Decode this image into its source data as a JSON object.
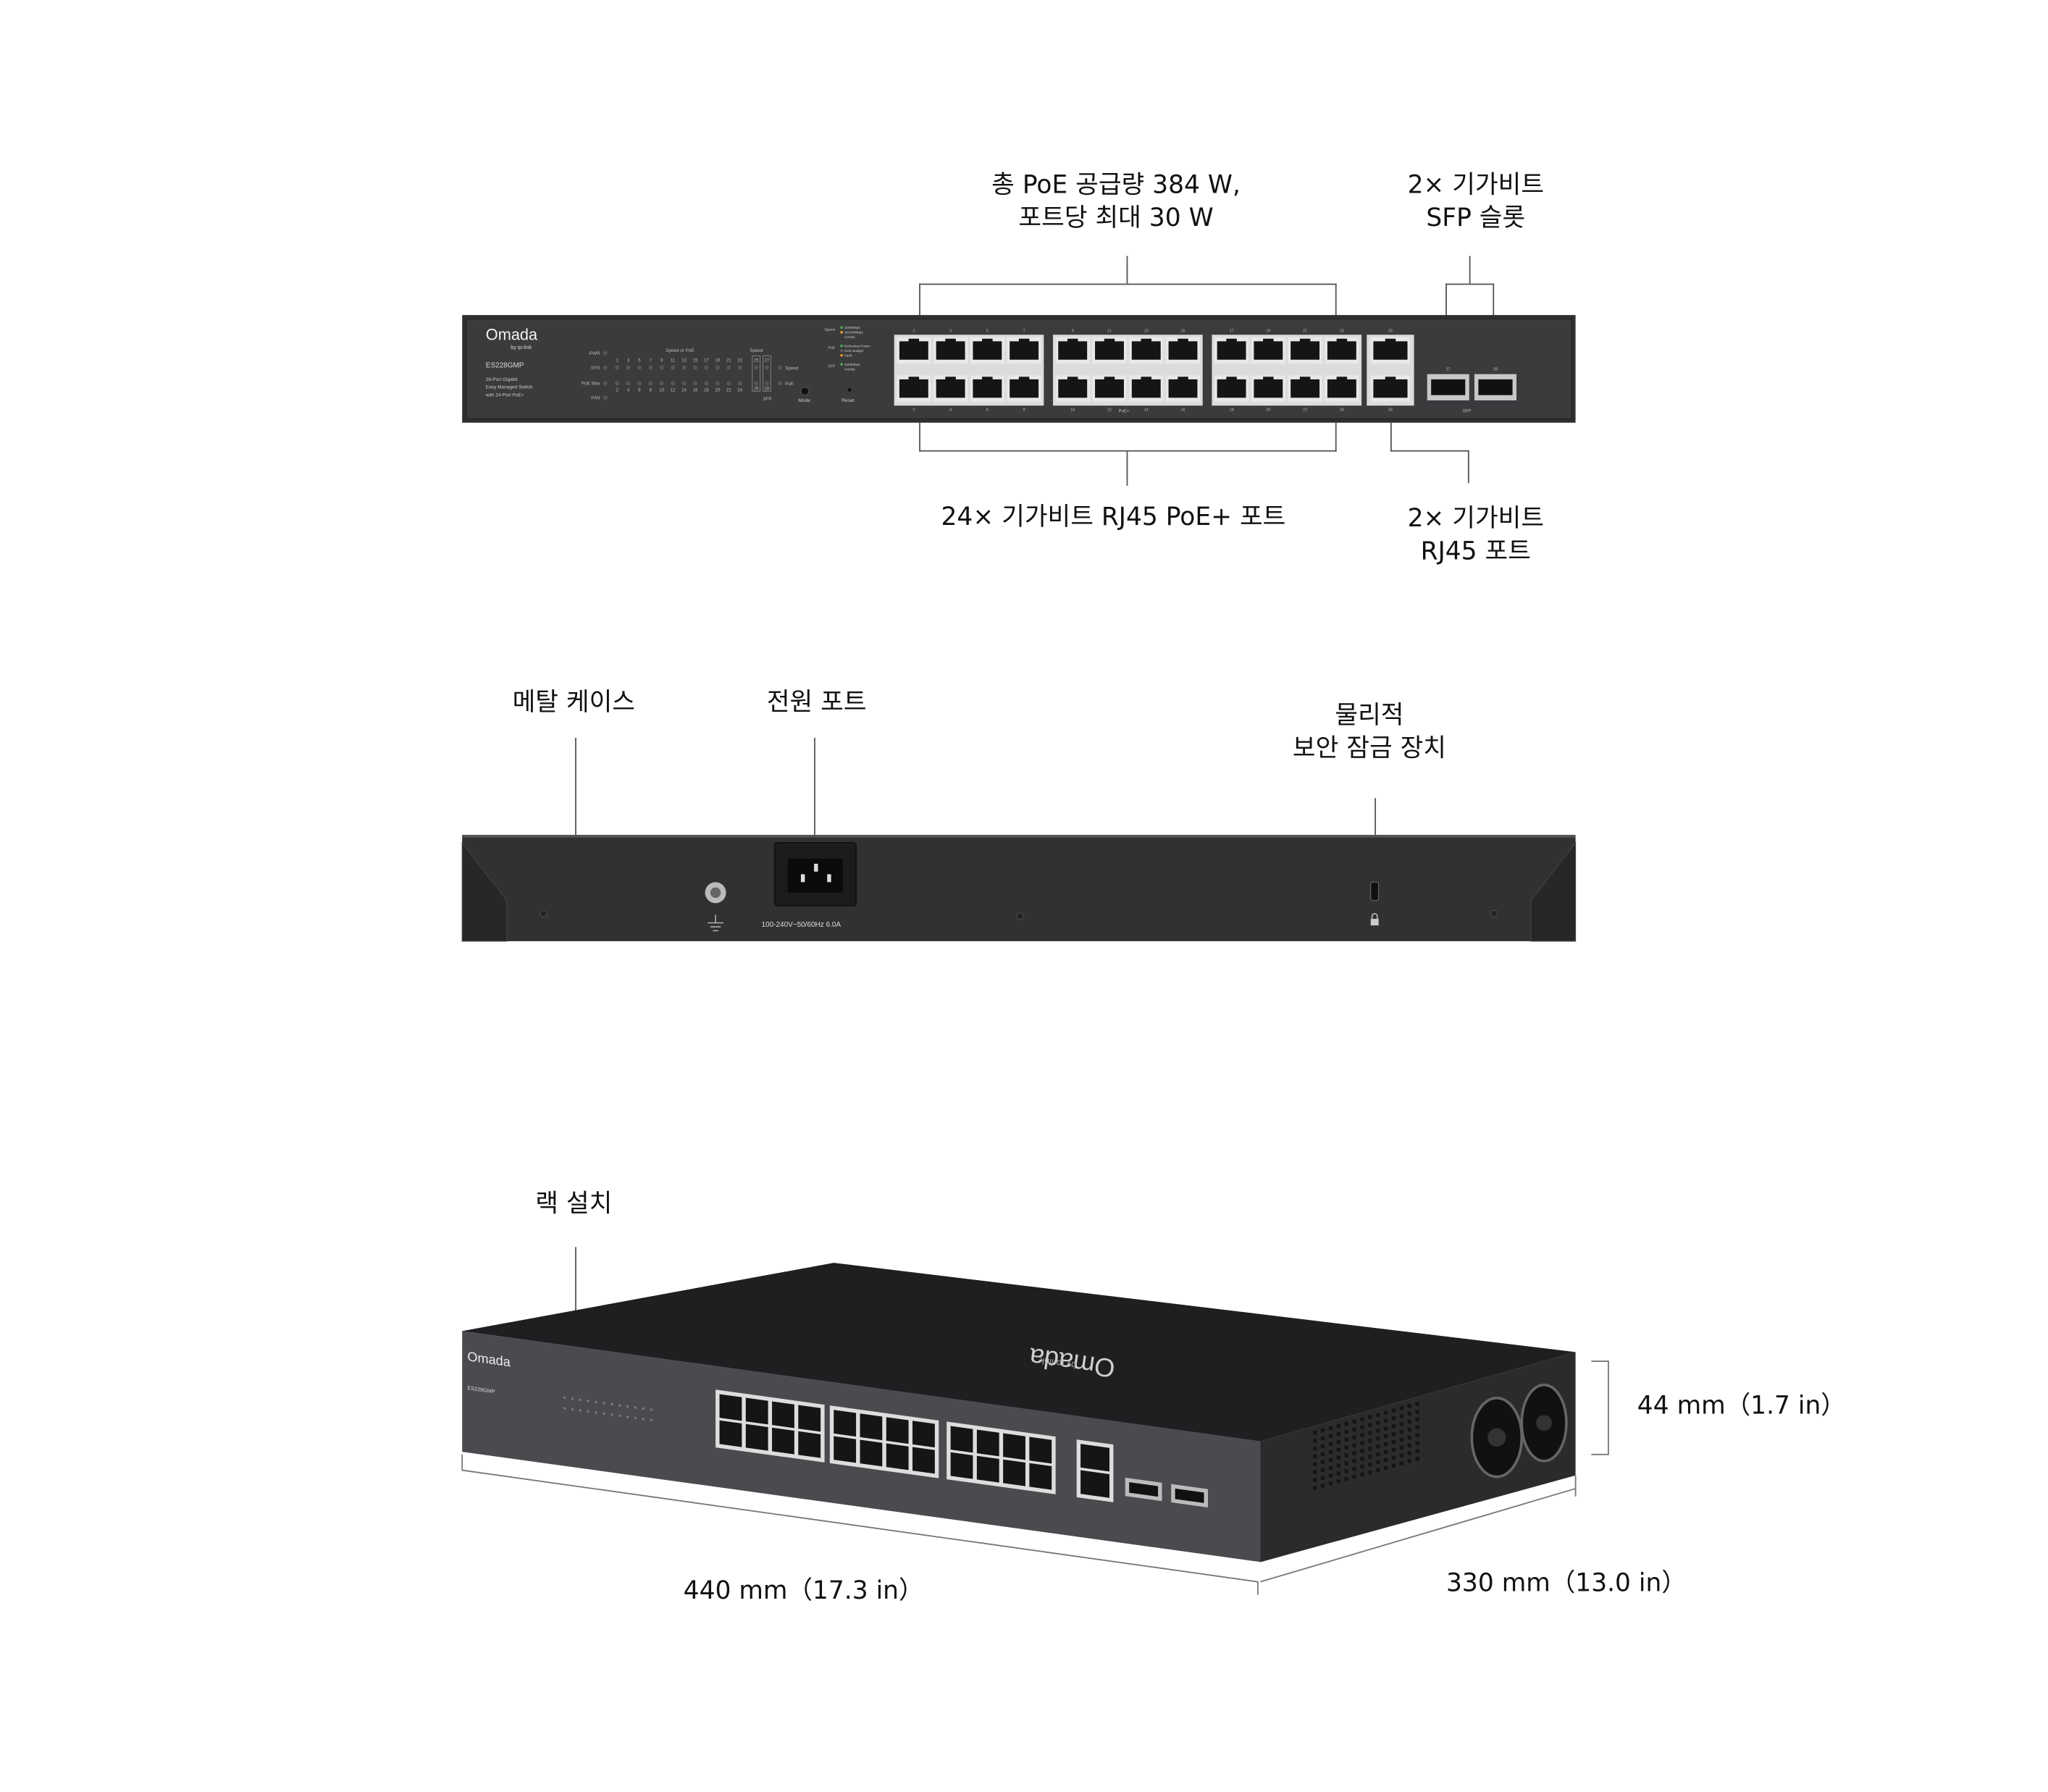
{
  "callouts": {
    "poe_budget": [
      "총 PoE 공급량 384 W,",
      "포트당 최대 30 W"
    ],
    "sfp_slots": [
      "2× 기가비트",
      "SFP 슬롯"
    ],
    "poe_ports": "24× 기가비트 RJ45 PoE+ 포트",
    "rj45_ports": [
      "2× 기가비트",
      "RJ45 포트"
    ],
    "metal_case": "메탈 케이스",
    "power_port": "전원 포트",
    "security_lock": [
      "물리적",
      "보안 잠금 장치"
    ],
    "rack_mount": "랙 설치",
    "dim_height": "44 mm（1.7 in）",
    "dim_width": "440 mm（17.3 in）",
    "dim_depth": "330 mm（13.0 in）"
  },
  "front_panel": {
    "brand": "Omada",
    "brand_sub": "by tp-link",
    "model": "ES228GMP",
    "description": [
      "28-Port Gigabit",
      "Easy Managed Switch",
      "with 24-Port PoE+"
    ],
    "led_labels": [
      "PWR",
      "SYS",
      "PoE Max",
      "FAN"
    ],
    "speed_or_poe": "Speed or PoE",
    "speed": "Speed",
    "sfp": "SFP",
    "mode_speed": "Speed",
    "mode_poe": "PoE",
    "mode": "Mode",
    "reset": "Reset",
    "poe_plus": "PoE+",
    "legend": {
      "speed_title": "Speed",
      "speed_items": [
        "1000Mbps",
        "10/100Mbps",
        "Activity"
      ],
      "poe_title": "PoE",
      "poe_items": [
        "Delivering Power",
        "Over Budget",
        "Fault"
      ],
      "sfp_title": "SFP",
      "sfp_items": [
        "1000Mbps",
        "Activity"
      ]
    },
    "colors": {
      "green": "#4caf50",
      "amber": "#f0a020",
      "panel": "#3a3b3d"
    }
  },
  "rear_panel": {
    "power_rating": "100-240V~50/60Hz 6.0A"
  }
}
